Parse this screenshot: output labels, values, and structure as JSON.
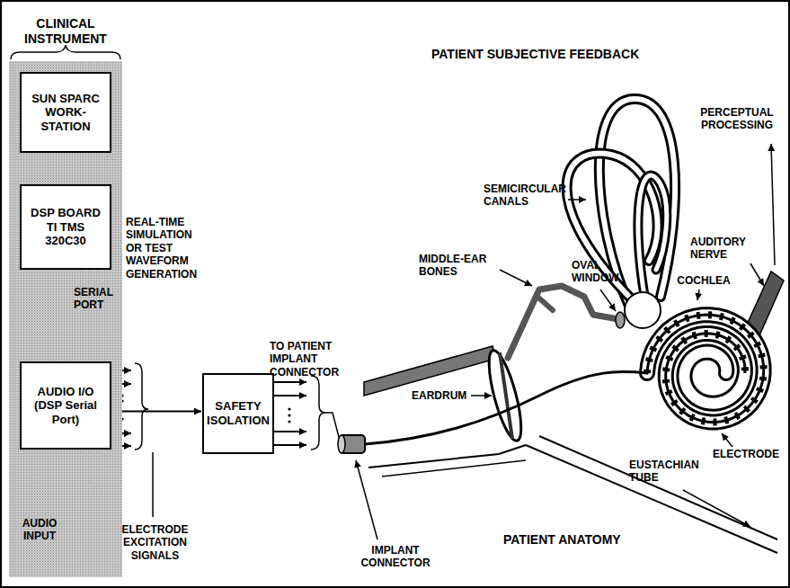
{
  "diagram": {
    "nodes": [
      {
        "text": [
          "CLINICAL INSTRUMENT"
        ]
      },
      {
        "text": [
          "SUN SPARC WORK- STATION"
        ],
        "in": 0
      },
      {
        "text": [
          "DSP BOARD TI TMS 320C30"
        ],
        "in": 0
      },
      {
        "text": [
          "AUDIO I/O (DSP Serial Port)"
        ],
        "in": 0
      },
      {
        "text": [
          "SAFETY ISOLATION"
        ]
      }
    ],
    "edges": [
      {
        "from": 1,
        "to": 2,
        "arrow": "none"
      },
      {
        "from": 2,
        "to": 3,
        "arrow": "none"
      },
      {
        "from": 3,
        "to": 4,
        "arrow": "to"
      }
    ],
    "labels": [
      "REAL-TIME SIMULATION OR TEST WAVEFORM GENERATION",
      "SERIAL PORT",
      "AUDIO INPUT",
      "ELECTRODE EXCITATION SIGNALS",
      "TO PATIENT IMPLANT CONNECTOR",
      "IMPLANT CONNECTOR",
      "PATIENT SUBJECTIVE FEEDBACK",
      "PERCEPTUAL PROCESSING",
      "SEMICIRCULAR CANALS",
      "MIDDLE-EAR BONES",
      "OVAL WINDOW",
      "COCHLEA",
      "AUDITORY NERVE",
      "ELECTRODE",
      "EARDRUM",
      "EUSTACHIAN TUBE",
      "PATIENT ANATOMY"
    ]
  }
}
